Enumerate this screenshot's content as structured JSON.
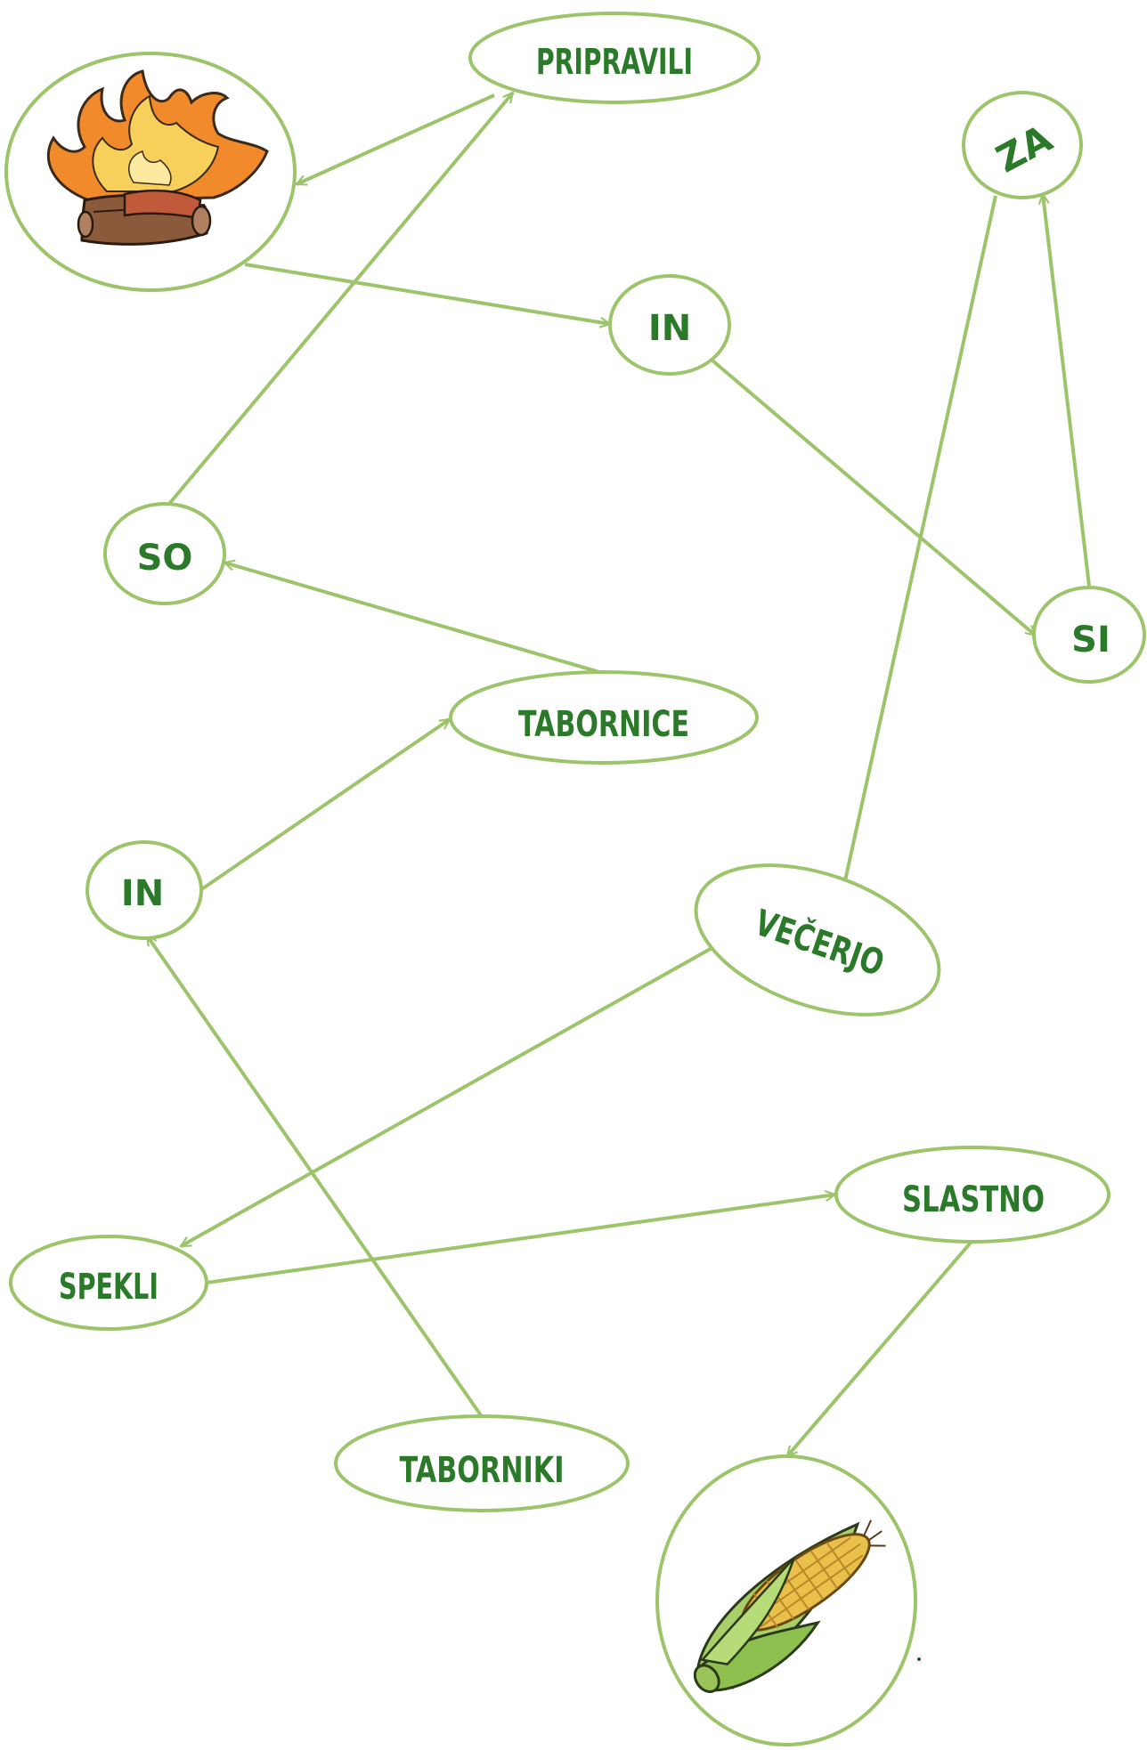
{
  "nodes": {
    "pripravili": "PRIPRAVILI",
    "za": "ZA",
    "in_top": "IN",
    "so": "SO",
    "si": "SI",
    "tabornice": "TABORNICE",
    "in_mid": "IN",
    "vecerjo": "VEČERJO",
    "slastno": "SLASTNO",
    "spekli": "SPEKLI",
    "taborniki": "TABORNIKI"
  },
  "pictures": {
    "campfire": "campfire-icon",
    "corn": "corn-icon"
  },
  "connections": [
    {
      "from": "taborniki",
      "to": "in_mid"
    },
    {
      "from": "in_mid",
      "to": "tabornice"
    },
    {
      "from": "tabornice",
      "to": "so"
    },
    {
      "from": "so",
      "to": "pripravili"
    },
    {
      "from": "pripravili",
      "to": "campfire"
    },
    {
      "from": "campfire",
      "to": "in_top"
    },
    {
      "from": "in_top",
      "to": "si"
    },
    {
      "from": "si",
      "to": "za"
    },
    {
      "from": "za",
      "to": "vecerjo"
    },
    {
      "from": "vecerjo",
      "to": "spekli"
    },
    {
      "from": "spekli",
      "to": "slastno"
    },
    {
      "from": "slastno",
      "to": "corn"
    }
  ],
  "colors": {
    "outline": "#9cc46a",
    "text": "#2a7a2a"
  }
}
